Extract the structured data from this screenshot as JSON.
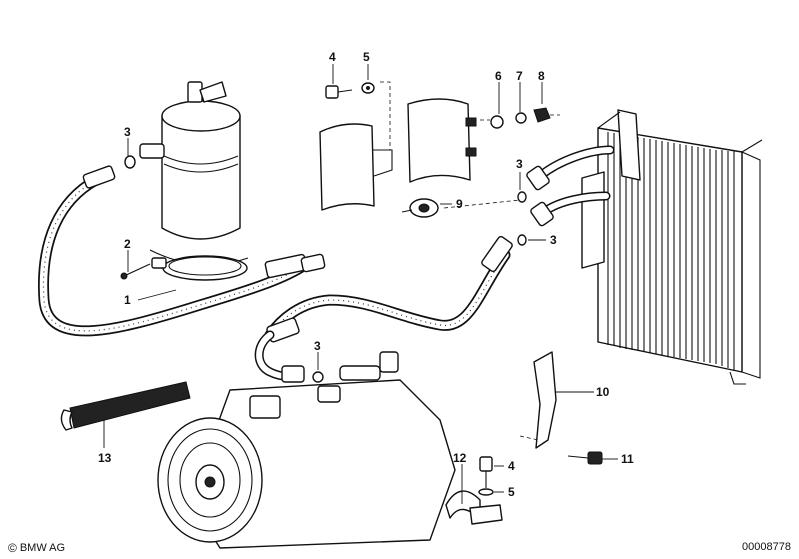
{
  "callouts": [
    {
      "id": "c4a",
      "text": "4"
    },
    {
      "id": "c5a",
      "text": "5"
    },
    {
      "id": "c6",
      "text": "6"
    },
    {
      "id": "c7",
      "text": "7"
    },
    {
      "id": "c8",
      "text": "8"
    },
    {
      "id": "c3a",
      "text": "3"
    },
    {
      "id": "c3b",
      "text": "3"
    },
    {
      "id": "c3c",
      "text": "3"
    },
    {
      "id": "c3d",
      "text": "3"
    },
    {
      "id": "c9",
      "text": "9"
    },
    {
      "id": "c2",
      "text": "2"
    },
    {
      "id": "c1",
      "text": "1"
    },
    {
      "id": "c10",
      "text": "10"
    },
    {
      "id": "c11",
      "text": "11"
    },
    {
      "id": "c12",
      "text": "12"
    },
    {
      "id": "c13",
      "text": "13"
    },
    {
      "id": "c4b",
      "text": "4"
    },
    {
      "id": "c5b",
      "text": "5"
    }
  ],
  "footer": {
    "copyright_symbol": "©",
    "brand": "BMW AG",
    "drawing_number": "00008778"
  }
}
